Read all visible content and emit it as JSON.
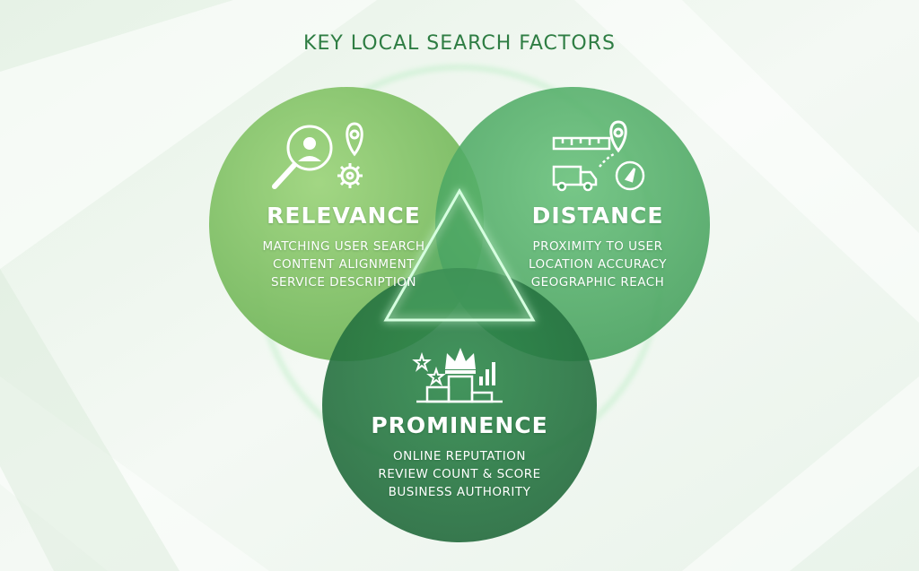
{
  "title": "KEY LOCAL SEARCH FACTORS",
  "colors": {
    "relevance": "#8cc86f",
    "distance": "#55ae67",
    "prominence": "#2a7a44",
    "title": "#2e7d43",
    "glow": "#b9f5c4"
  },
  "factors": [
    {
      "name": "RELEVANCE",
      "icons": [
        "magnifier-user-icon",
        "map-pin-icon",
        "gear-icon"
      ],
      "points": [
        "MATCHING USER SEARCH",
        "CONTENT ALIGNMENT",
        "SERVICE DESCRIPTION"
      ]
    },
    {
      "name": "DISTANCE",
      "icons": [
        "ruler-icon",
        "map-pin-icon",
        "delivery-truck-icon",
        "compass-icon"
      ],
      "points": [
        "PROXIMITY TO USER",
        "LOCATION ACCURACY",
        "GEOGRAPHIC REACH"
      ]
    },
    {
      "name": "PROMINENCE",
      "icons": [
        "stars-icon",
        "crown-icon",
        "podium-icon",
        "bar-chart-icon"
      ],
      "points": [
        "ONLINE REPUTATION",
        "REVIEW COUNT & SCORE",
        "BUSINESS AUTHORITY"
      ]
    }
  ]
}
